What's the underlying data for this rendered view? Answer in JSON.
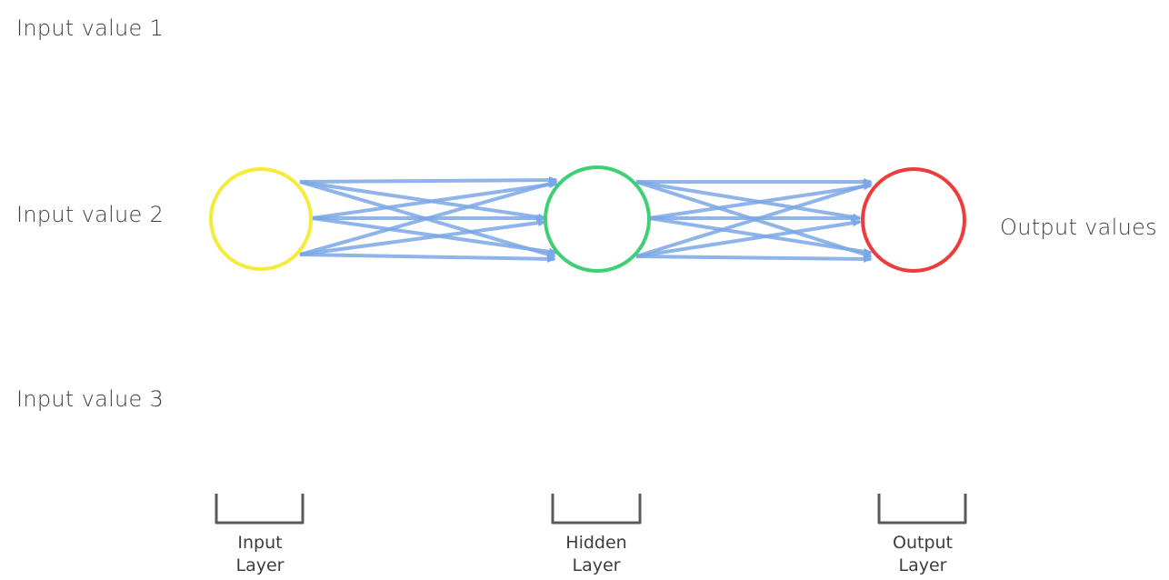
{
  "inputs": {
    "value1": "Input value 1",
    "value2": "Input value 2",
    "value3": "Input value 3"
  },
  "output": {
    "values": "Output values"
  },
  "layers": {
    "input": {
      "line1": "Input",
      "line2": "Layer"
    },
    "hidden": {
      "line1": "Hidden",
      "line2": "Layer"
    },
    "output": {
      "line1": "Output",
      "line2": "Layer"
    }
  },
  "colors": {
    "input_node": "#f4ec3a",
    "hidden_node": "#3fcf74",
    "output_node": "#ee3b3b",
    "connection": "#7aa7e6",
    "bracket": "#5a5a5a"
  }
}
